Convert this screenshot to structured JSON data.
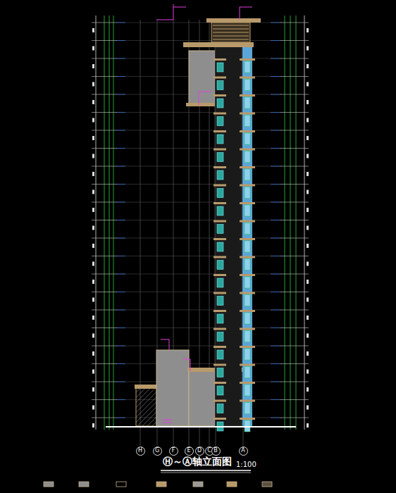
{
  "diagram": {
    "title": "Ⓗ～Ⓐ轴立面图",
    "nodes": [
      {
        "text": [
          "H"
        ]
      },
      {
        "text": [
          "G"
        ]
      },
      {
        "text": [
          "F"
        ]
      },
      {
        "text": [
          "E"
        ]
      },
      {
        "text": [
          "D"
        ]
      },
      {
        "text": [
          "C"
        ]
      },
      {
        "text": [
          "B"
        ]
      },
      {
        "text": [
          "A"
        ]
      }
    ],
    "labels": [
      "1:100"
    ]
  }
}
